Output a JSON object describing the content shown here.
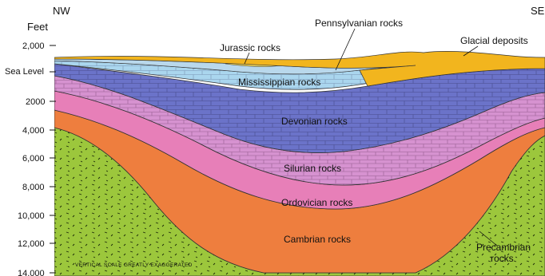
{
  "compass": {
    "left": "NW",
    "right": "SE"
  },
  "axis": {
    "unit_label": "Feet",
    "ticks": [
      "2,000",
      "Sea Level",
      "2000",
      "4,000",
      "6,000",
      "8,000",
      "10,000",
      "12,000",
      "14,000"
    ]
  },
  "layers": [
    {
      "name": "Glacial deposits",
      "color": "#f2b51e"
    },
    {
      "name": "Pennsylvanian rocks",
      "color": "#b9d8ec"
    },
    {
      "name": "Jurassic rocks",
      "color": "#ecd35a"
    },
    {
      "name": "Mississippian rocks",
      "color": "#aad6ee"
    },
    {
      "name": "Devonian rocks",
      "color": "#6b73c9"
    },
    {
      "name": "Silurian rocks",
      "color": "#d692d0"
    },
    {
      "name": "Ordovician rocks",
      "color": "#e77fb8"
    },
    {
      "name": "Cambrian rocks",
      "color": "#ee7e3e"
    },
    {
      "name": "Precambrian rocks",
      "color": "#9cc73c"
    }
  ],
  "labels": {
    "jurassic": "Jurassic rocks",
    "pennsylvanian": "Pennsylvanian rocks",
    "glacial": "Glacial deposits",
    "mississippian": "Mississippian rocks",
    "devonian": "Devonian rocks",
    "silurian": "Silurian rocks",
    "ordovician": "Ordovician rocks",
    "cambrian": "Cambrian rocks",
    "precambrian_line1": "Precambrian",
    "precambrian_line2": "rocks"
  },
  "note": "VERTICAL SCALE GREATLY EXAGGERATED"
}
